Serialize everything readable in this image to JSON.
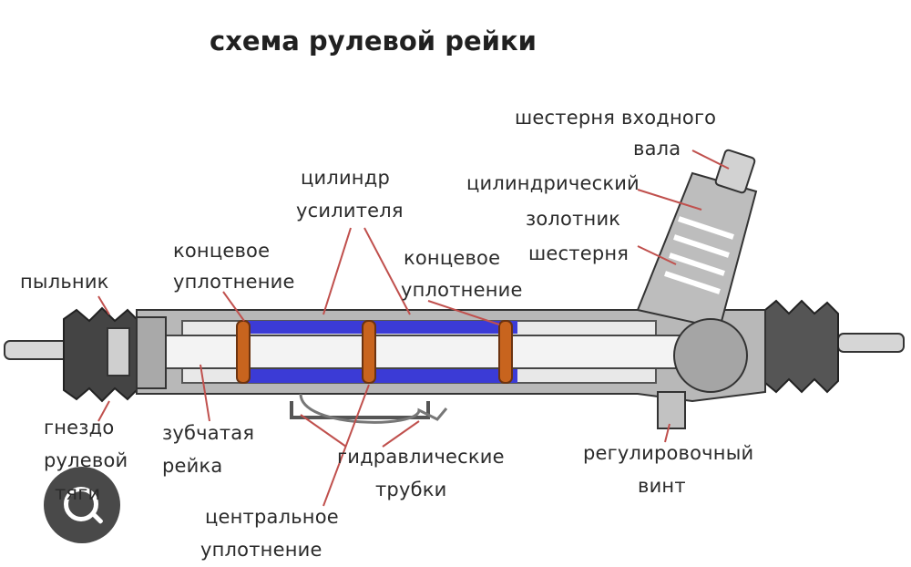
{
  "title": "схема рулевой рейки",
  "labels": {
    "pinion_input_1": "шестерня входного",
    "pinion_input_2": "вала",
    "spool_1": "цилиндрический",
    "spool_2": "золотник",
    "pinion": "шестерня",
    "cylinder_1": "цилиндр",
    "cylinder_2": "усилителя",
    "end_seal_left_1": "концевое",
    "end_seal_left_2": "уплотнение",
    "end_seal_right_1": "концевое",
    "end_seal_right_2": "уплотнение",
    "boot": "пыльник",
    "socket_1": "гнездо",
    "socket_2": "рулевой",
    "socket_3": "тяги",
    "rack_1": "зубчатая",
    "rack_2": "рейка",
    "tubes_1": "гидравлические",
    "tubes_2": "трубки",
    "adjust_1": "регулировочный",
    "adjust_2": "винт",
    "center_seal_1": "центральное",
    "center_seal_2": "уплотнение"
  },
  "colors": {
    "leader": "#c0504d",
    "fluid": "#3b3bd6",
    "seal": "#c8641e",
    "housing": "#9a9a9a"
  },
  "icons": {
    "lens": "lens-search-icon"
  }
}
